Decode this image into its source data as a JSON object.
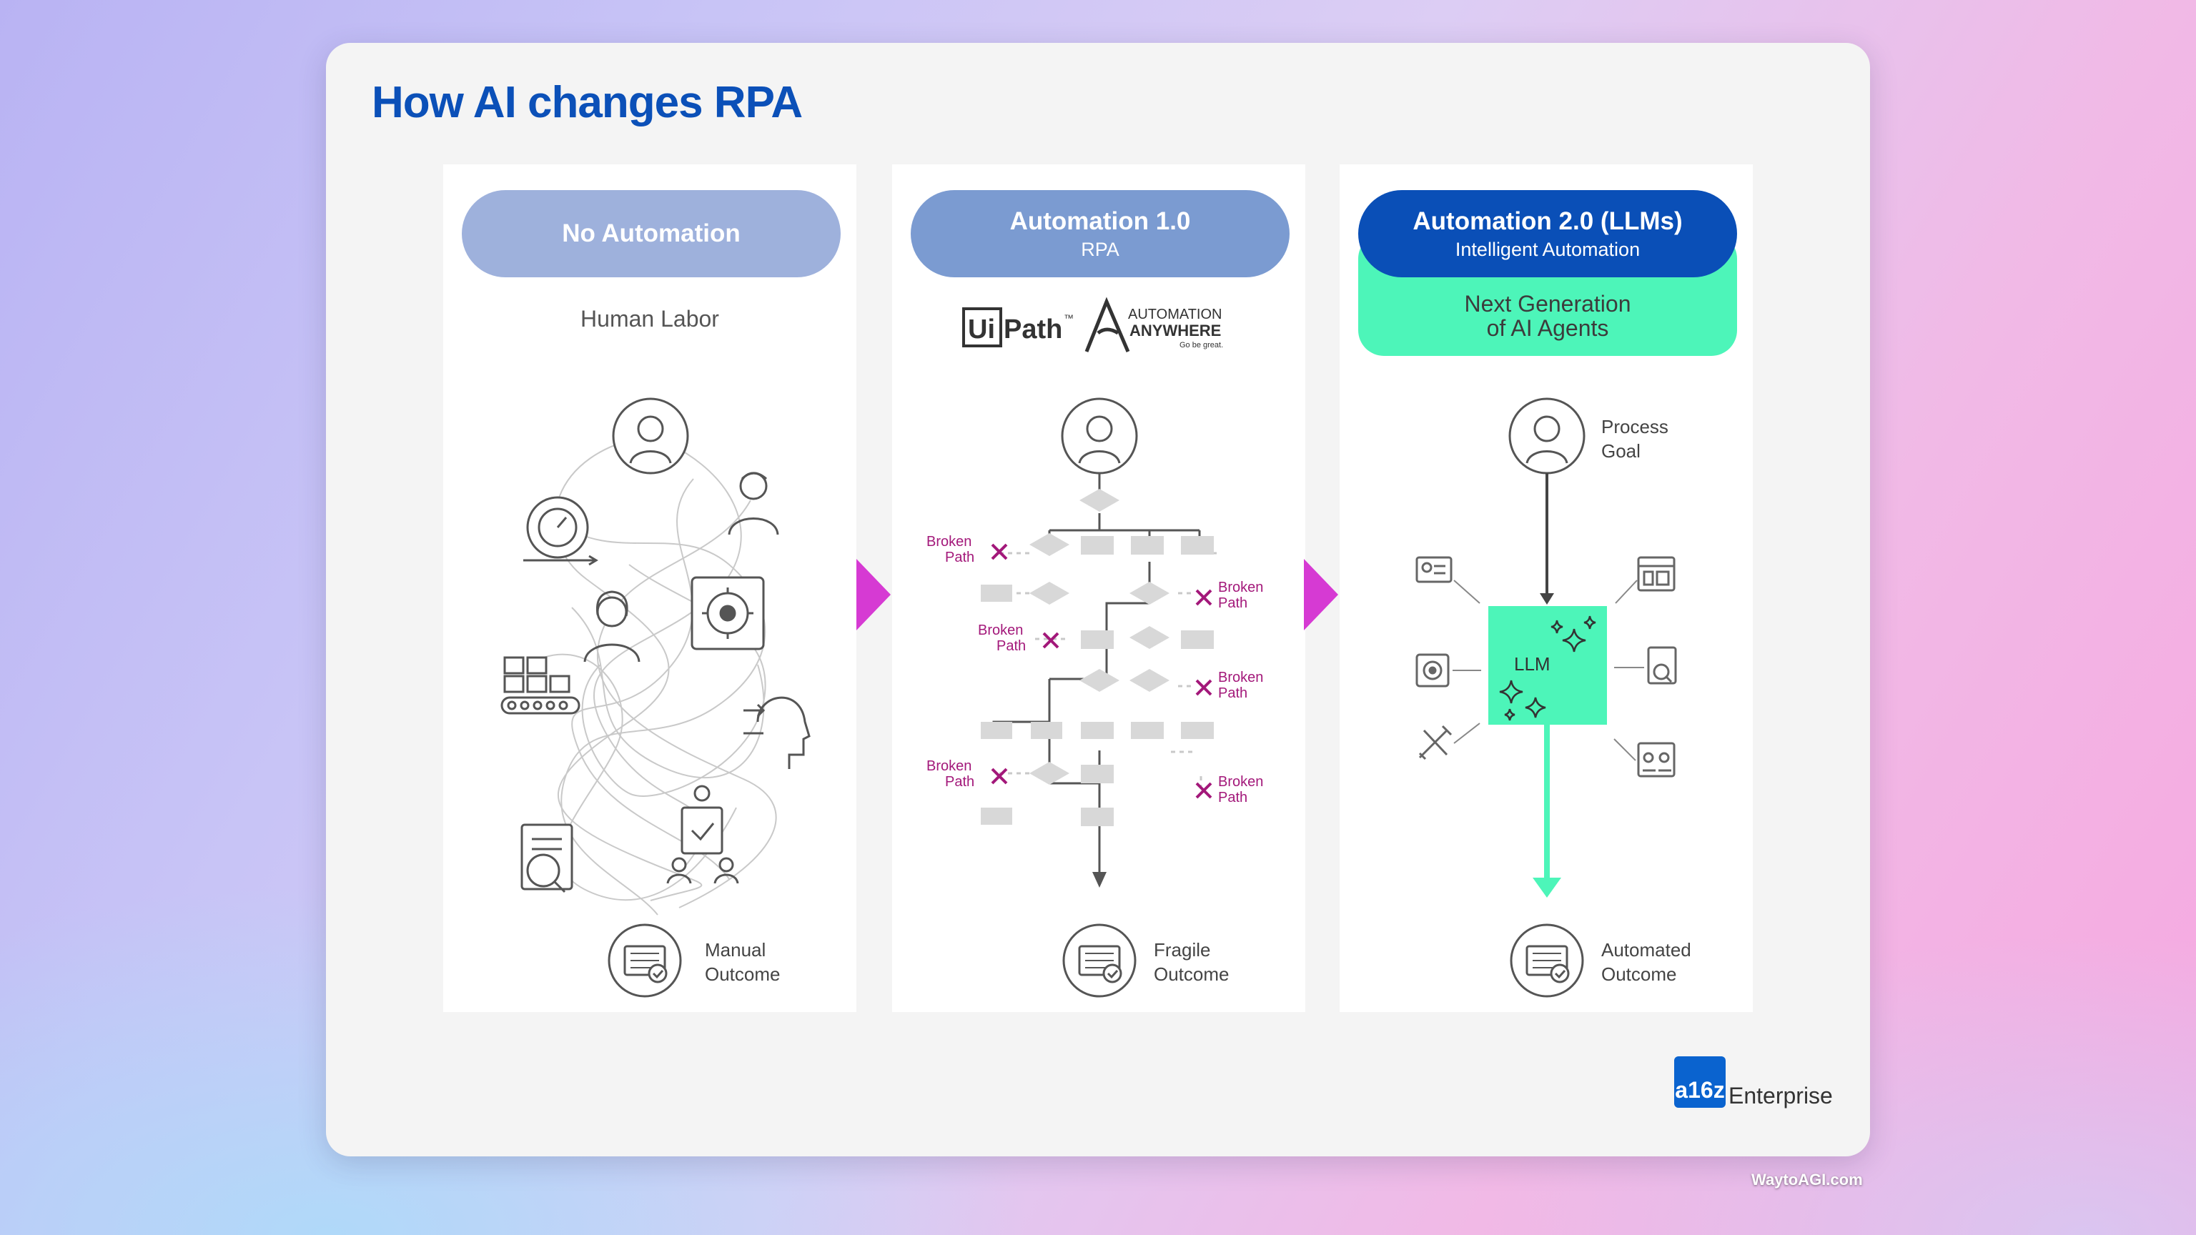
{
  "title": "How AI changes RPA",
  "columns": [
    {
      "pill_title": "No Automation",
      "subtitle": "Human Labor",
      "outcome": [
        "Manual",
        "Outcome"
      ]
    },
    {
      "pill_title": "Automation 1.0",
      "pill_subtitle": "RPA",
      "logos": {
        "uipath": "Ui",
        "uipath_rest": "Path",
        "tm": "™",
        "aa_line1": "AUTOMATION",
        "aa_line2": "ANYWHERE",
        "aa_tag": "Go be great."
      },
      "broken_label": [
        "Broken",
        "Path"
      ],
      "outcome": [
        "Fragile",
        "Outcome"
      ]
    },
    {
      "pill_title": "Automation 2.0 (LLMs)",
      "pill_subtitle": "Intelligent Automation",
      "next_gen": [
        "Next Generation",
        "of AI Agents"
      ],
      "goal": [
        "Process",
        "Goal"
      ],
      "llm_label": "LLM",
      "outcome": [
        "Automated",
        "Outcome"
      ]
    }
  ],
  "brand": {
    "mark": "a16z",
    "text": "Enterprise"
  },
  "watermark": "WaytoAGI.com",
  "colors": {
    "title": "#0b50b8",
    "pill_no_automation": "#9eb1dc",
    "pill_automation_1": "#7b9bd1",
    "pill_automation_2": "#0a4fb7",
    "agent_green": "#4df5b9",
    "broken_path": "#a3187a",
    "transition_arrow": "#d63ad3"
  },
  "icons": [
    "person-icon",
    "gear-icon",
    "timer-icon",
    "conveyor-icon",
    "document-search-icon",
    "team-icon",
    "head-icon",
    "calendar-check-icon",
    "sparkle-icon",
    "tools-icon",
    "browser-icon",
    "x-mark-icon"
  ]
}
